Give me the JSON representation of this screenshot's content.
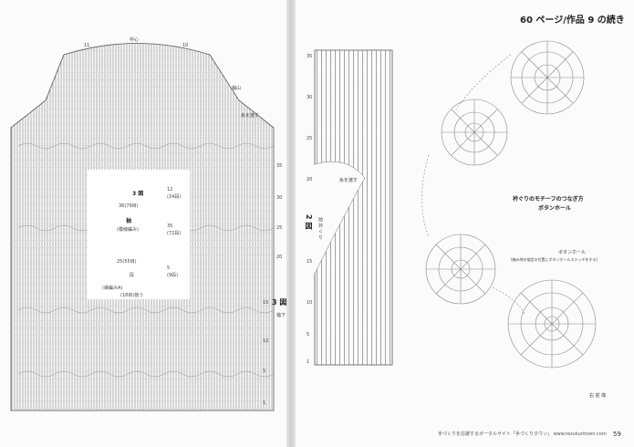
{
  "page_header": "60 ページ/作品 9 の続き",
  "diagram_labels": {
    "center": "中心",
    "sleeve_cap": "袖山",
    "decrease_note": "糸を渡す",
    "fig3_side": "3 図",
    "underarm": "袖下",
    "fig2": "2 図",
    "fig2_sub": "前 衿 ぐ り",
    "right_front_note": "糸を渡す",
    "collar_title": "衿ぐりのモチーフのつなぎ方",
    "collar_subtitle": "ボタンホール",
    "button_hole_label": "ボタンホール",
    "button_hole_note1": "(編み地の指定の位置にボタンホールステッチをする)",
    "right_front": "右 前 端"
  },
  "sleeve_inset": {
    "title": "3 図",
    "piece_name": "袖",
    "pattern_note": "(模様編み)",
    "top_width": "36(79目)",
    "bottom_width": "25(55目)",
    "rows_label": "段",
    "hem_label": "(縁編みA)",
    "bottom_label": "(18目)拾う",
    "side_top": "12",
    "side_top_rows": "(24段)",
    "side_mid": "35",
    "side_mid_rows": "(72段)",
    "side_bottom": "5",
    "side_bottom_rows": "(9段)"
  },
  "row_numbers_left": [
    "11",
    "10",
    "35",
    "30",
    "25",
    "20",
    "15",
    "10",
    "5",
    "1"
  ],
  "row_numbers_mid": [
    "35",
    "30",
    "25",
    "20",
    "15",
    "10",
    "5",
    "1"
  ],
  "footer": {
    "left_text": "手づくりを応援するポータルサイト「手づくりタウン」 www.tezukuritown.com",
    "page_number": "59"
  }
}
